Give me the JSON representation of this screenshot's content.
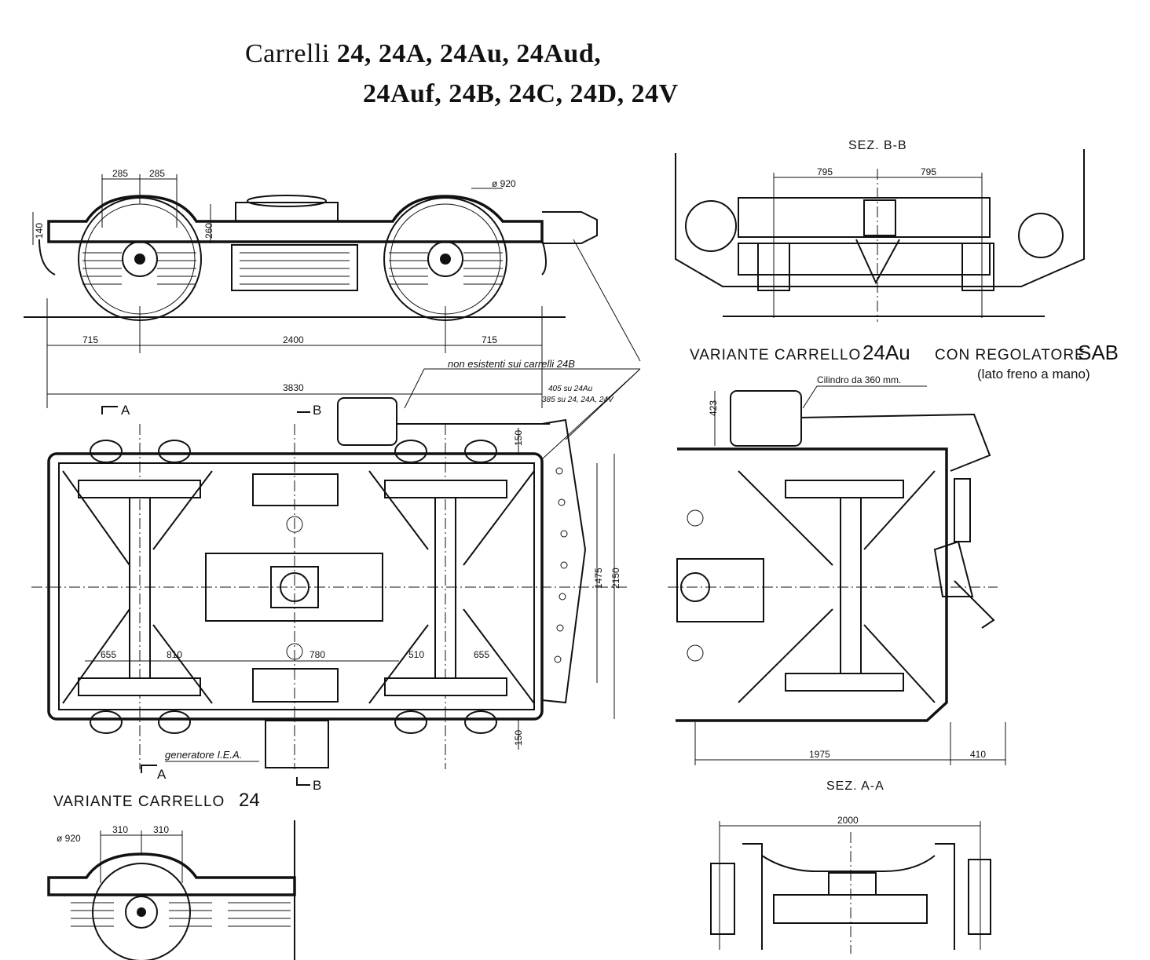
{
  "title": {
    "line1_prefix": "Carrelli",
    "line1_codes": "24, 24A, 24Au, 24Aud,",
    "line2_codes": "24Auf, 24B, 24C, 24D, 24V"
  },
  "section_labels": {
    "sez_bb": "SEZ. B-B",
    "sez_aa": "SEZ. A-A",
    "variante_24au_prefix": "VARIANTE CARRELLO",
    "variante_24au_code": "24Au",
    "variante_24au_mid": "CON REGOLATORE",
    "variante_24au_suffix": "SAB",
    "variante_24au_note": "(lato freno a mano)",
    "variante_24_prefix": "VARIANTE CARRELLO",
    "variante_24_code": "24"
  },
  "notes": {
    "non_esistenti": "non esistenti sui carrelli 24B",
    "generatore": "generatore I.E.A.",
    "cilindro": "Cilindro da 360 mm.",
    "note_405": "405 su 24Au",
    "note_385": "385 su 24, 24A, 24V"
  },
  "markers": {
    "a": "A",
    "b": "B"
  },
  "dimensions": {
    "d285a": "285",
    "d285b": "285",
    "dia920": "ø 920",
    "d140": "140",
    "d260": "260",
    "d715a": "715",
    "d2400": "2400",
    "d715b": "715",
    "d3830": "3830",
    "d150a": "150",
    "d150b": "150",
    "d1475": "1475",
    "d2150": "2150",
    "d655a": "655",
    "d810": "810",
    "d780": "780",
    "d510": "510",
    "d655b": "655",
    "d795a": "795",
    "d795b": "795",
    "d423": "423",
    "d1975": "1975",
    "d410": "410",
    "d2000": "2000",
    "v920": "ø 920",
    "v310a": "310",
    "v310b": "310"
  }
}
